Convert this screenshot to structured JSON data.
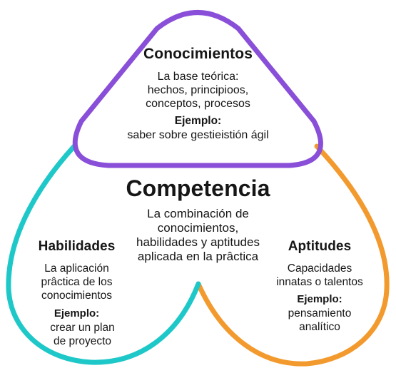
{
  "colors": {
    "conocimientos": "#8A4FD8",
    "habilidades": "#1FC8C8",
    "aptitudes": "#F39A2E"
  },
  "center": {
    "title": "Competencia",
    "lines": [
      "La combinación de",
      "conocimientos,",
      "habilidades y aptitudes",
      "aplicada en la prâctica"
    ]
  },
  "conocimientos": {
    "title": "Conocimientos",
    "lines": [
      "La base teórica:",
      "hechos, principioos,",
      "conceptos, procesos"
    ],
    "example_label": "Ejemplo:",
    "example_lines": [
      "saber sobre gestieistión ágil"
    ]
  },
  "habilidades": {
    "title": "Habilidades",
    "lines": [
      "La aplicación",
      "prâctica de los",
      "conocimientos"
    ],
    "example_label": "Ejemplo:",
    "example_lines": [
      "crear un plan",
      "de proyecto"
    ]
  },
  "aptitudes": {
    "title": "Aptitudes",
    "lines": [
      "Capacidades",
      "innatas o talentos"
    ],
    "example_label": "Ejemplo:",
    "example_lines": [
      "pensamiento",
      "analítico"
    ]
  }
}
